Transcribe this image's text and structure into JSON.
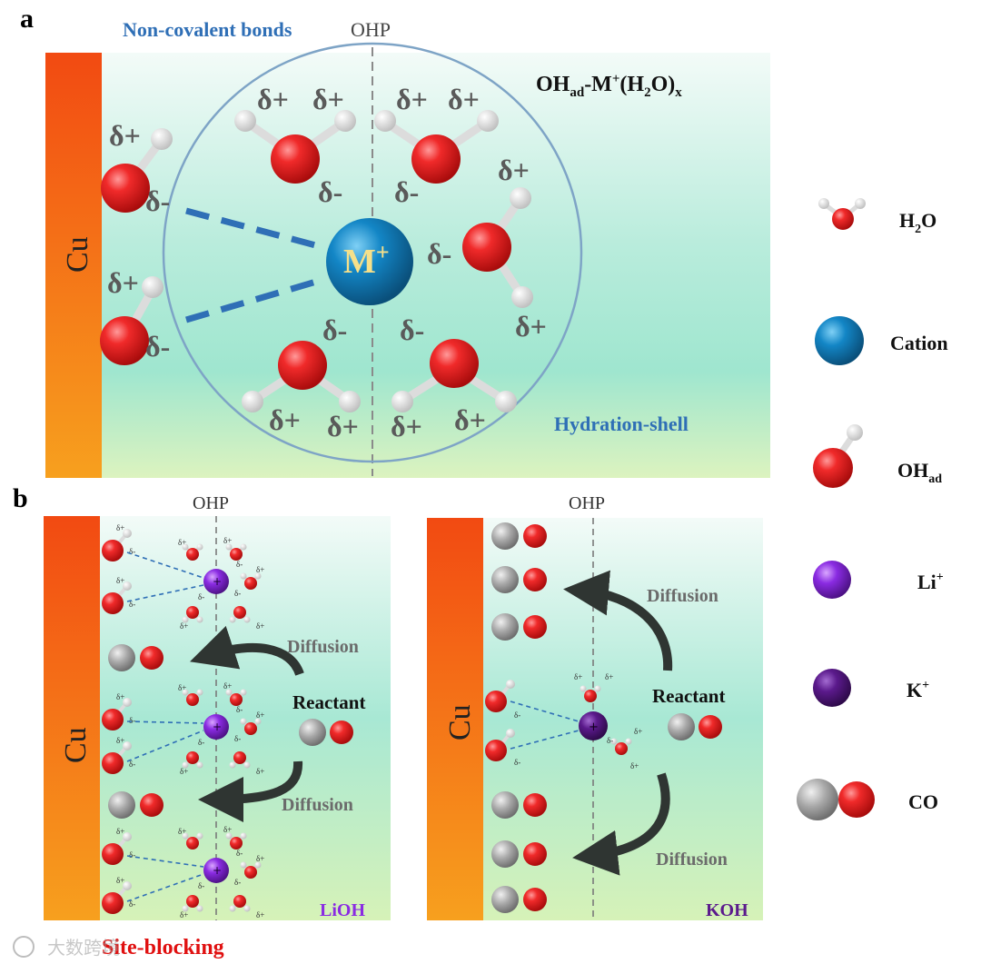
{
  "panel_a": {
    "label": "a",
    "title_bonds": "Non-covalent bonds",
    "ohp": "OHP",
    "cu": "Cu",
    "complex": {
      "main": "OH",
      "sub": "ad",
      "mid": "-M",
      "sup": "+",
      "paren": "(H",
      "sub2": "2",
      "close": "O)",
      "sub3": "x"
    },
    "cation": {
      "main": "M",
      "sup": "+"
    },
    "hydration_shell": "Hydration-shell",
    "delta_plus": "δ+",
    "delta_minus": "δ-"
  },
  "panel_b": {
    "label": "b",
    "ohp": "OHP",
    "cu": "Cu",
    "diffusion": "Diffusion",
    "reactant": "Reactant",
    "lioh": "LiOH",
    "koh": "KOH",
    "site_blocking": "Site-blocking"
  },
  "legend": {
    "h2o": {
      "main": "H",
      "sub": "2",
      "tail": "O"
    },
    "cation": "Cation",
    "ohad": {
      "main": "OH",
      "sub": "ad"
    },
    "li": {
      "main": "Li",
      "sup": "+"
    },
    "k": {
      "main": "K",
      "sup": "+"
    },
    "co": "CO"
  },
  "watermark": "大数跨境",
  "colors": {
    "cu_top": "#f24a12",
    "cu_bottom": "#f7a01e",
    "oxygen": "#e41c1c",
    "hydrogen": "#f2f2f2",
    "cation": "#1386c6",
    "li": "#8a2be2",
    "k": "#5b1a8c",
    "carbon": "#a8a8a8",
    "bond_blue": "#2f6fb6",
    "delta_text": "#5a5a5a",
    "shell_text": "#2f6fb6",
    "site_blocking": "#e01010"
  }
}
